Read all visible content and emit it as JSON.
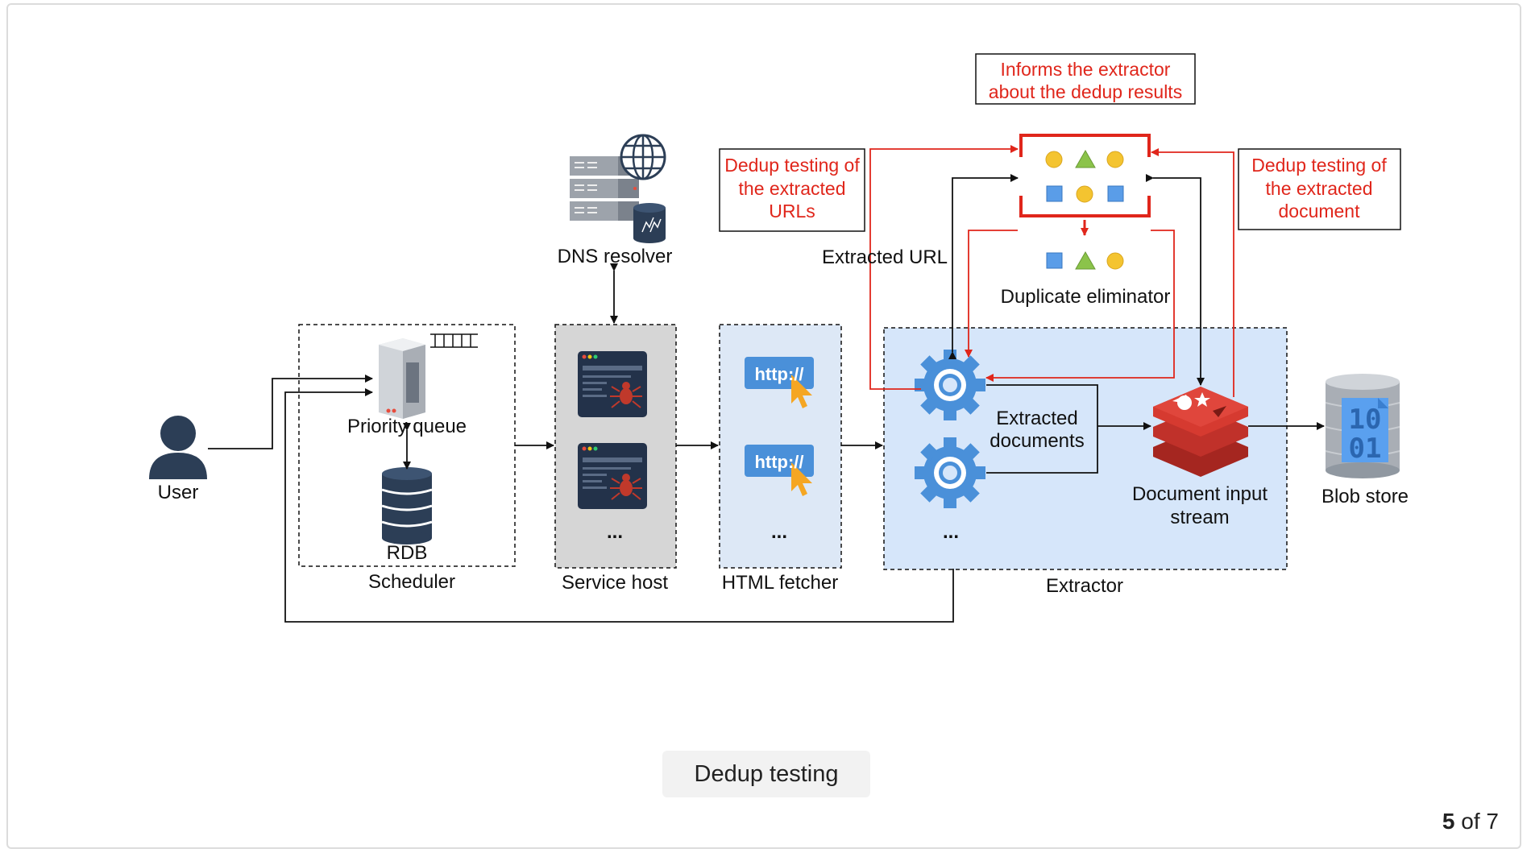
{
  "caption": "Dedup testing",
  "pager": {
    "current": "5",
    "separator": "of",
    "total": "7"
  },
  "nodes": {
    "user": "User",
    "priority_queue": "Priority queue",
    "rdb": "RDB",
    "scheduler": "Scheduler",
    "dns_resolver": "DNS resolver",
    "service_host": "Service host",
    "html_fetcher": "HTML fetcher",
    "extractor": "Extractor",
    "duplicate_eliminator": "Duplicate eliminator",
    "document_input_stream": [
      "Document input",
      "stream"
    ],
    "blob_store": "Blob store",
    "ellipsis": "...",
    "http_label": "http://",
    "blob_bits": [
      "10",
      "01"
    ]
  },
  "edge_labels": {
    "extracted_url": "Extracted URL",
    "extracted_documents": [
      "Extracted",
      "documents"
    ]
  },
  "notes": {
    "informs_extractor": [
      "Informs the extractor",
      "about the dedup results"
    ],
    "dedup_urls": [
      "Dedup testing of",
      "the extracted",
      "URLs"
    ],
    "dedup_document": [
      "Dedup testing of",
      "the extracted",
      "document"
    ]
  },
  "colors": {
    "red": "#e0261b",
    "gear_blue": "#4a90d9",
    "extractor_fill": "#d6e6fa",
    "fetcher_fill": "#dde8f6",
    "service_fill": "#d6d6d6",
    "navy": "#2c3e56"
  }
}
